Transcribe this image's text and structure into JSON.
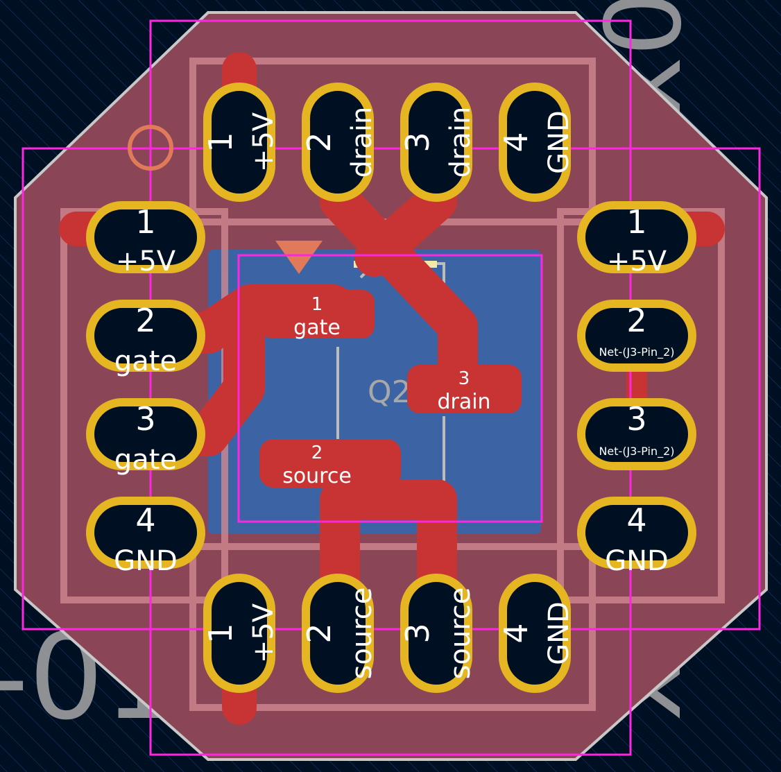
{
  "board": {
    "colors": {
      "background": "#001023",
      "copper_back": "#3c64a4",
      "copper_front": "#c83434",
      "pad": "#e6b622",
      "courtyard": "#ff26e2",
      "silkscreen": "#a8a8a8",
      "fab_back": "#e0a0a0"
    },
    "component": {
      "ref": "Q2",
      "pins": [
        {
          "num": "1",
          "net": "gate"
        },
        {
          "num": "2",
          "net": "source"
        },
        {
          "num": "3",
          "net": "drain"
        }
      ]
    },
    "headers": {
      "top": [
        {
          "num": "1",
          "net": "+5V"
        },
        {
          "num": "2",
          "net": "drain"
        },
        {
          "num": "3",
          "net": "drain"
        },
        {
          "num": "4",
          "net": "GND"
        }
      ],
      "bottom": [
        {
          "num": "1",
          "net": "+5V"
        },
        {
          "num": "2",
          "net": "source"
        },
        {
          "num": "3",
          "net": "source"
        },
        {
          "num": "4",
          "net": "GND"
        }
      ],
      "left": [
        {
          "num": "1",
          "net": "+5V"
        },
        {
          "num": "2",
          "net": "gate"
        },
        {
          "num": "3",
          "net": "gate"
        },
        {
          "num": "4",
          "net": "GND"
        }
      ],
      "right": [
        {
          "num": "1",
          "net": "+5V"
        },
        {
          "num": "2",
          "net": "Net-(J3-Pin_2)"
        },
        {
          "num": "3",
          "net": "Net-(J3-Pin_2)"
        },
        {
          "num": "4",
          "net": "GND"
        }
      ]
    }
  }
}
